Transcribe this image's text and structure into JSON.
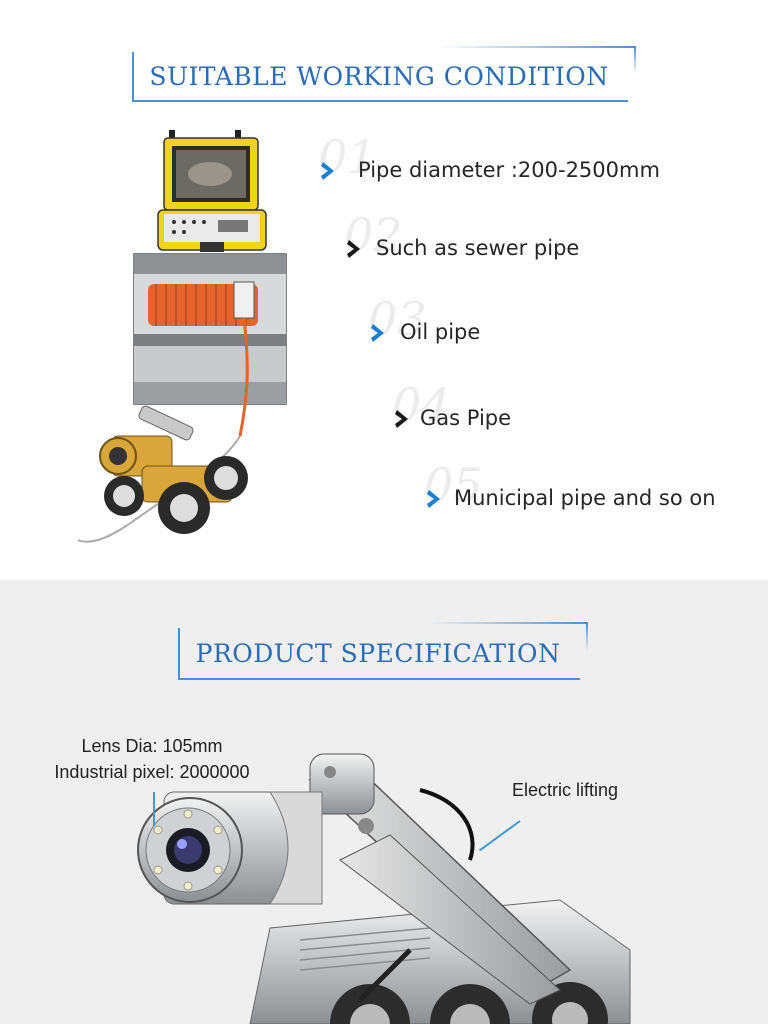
{
  "section1": {
    "title": "SUITABLE WORKING CONDITION",
    "conditions": [
      {
        "num": "01",
        "text": "Pipe diameter :200-2500mm",
        "chevron_color": "#1a7fd4"
      },
      {
        "num": "02",
        "text": "Such as sewer pipe",
        "chevron_color": "#1a1a1a"
      },
      {
        "num": "03",
        "text": "Oil pipe",
        "chevron_color": "#1a7fd4"
      },
      {
        "num": "04",
        "text": "Gas Pipe",
        "chevron_color": "#1a1a1a"
      },
      {
        "num": "05",
        "text": "Municipal pipe and so on",
        "chevron_color": "#1a7fd4"
      }
    ]
  },
  "section2": {
    "title": "PRODUCT SPECIFICATION",
    "labels": {
      "lens_dia": "Lens Dia: 105mm",
      "pixel": "Industrial pixel: 2000000",
      "lifting": "Electric lifting"
    }
  },
  "colors": {
    "accent": "#2a6db5",
    "banner_line": "#4a90d6",
    "section2_bg": "#efefef"
  }
}
